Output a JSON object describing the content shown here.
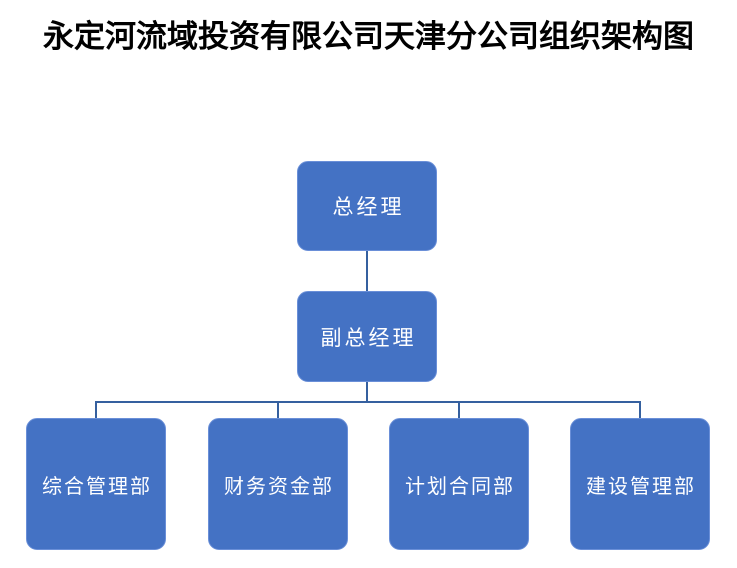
{
  "title": "永定河流域投资有限公司天津分公司组织架构图",
  "org_chart": {
    "type": "org-tree",
    "levels": 3,
    "nodes": {
      "general_manager": {
        "label": "总经理"
      },
      "deputy_general_manager": {
        "label": "副总经理"
      },
      "departments": [
        {
          "label": "综合管理部"
        },
        {
          "label": "财务资金部"
        },
        {
          "label": "计划合同部"
        },
        {
          "label": "建设管理部"
        }
      ]
    },
    "hierarchy": [
      {
        "parent": "总经理",
        "child": "副总经理"
      },
      {
        "parent": "副总经理",
        "child": "综合管理部"
      },
      {
        "parent": "副总经理",
        "child": "财务资金部"
      },
      {
        "parent": "副总经理",
        "child": "计划合同部"
      },
      {
        "parent": "副总经理",
        "child": "建设管理部"
      }
    ]
  },
  "colors": {
    "background": "#FFFFFF",
    "box_fill": "#4472C4",
    "box_border": "#6A8FD8",
    "box_text": "#FFFFFF",
    "connector": "#35609F",
    "title_text": "#000000"
  }
}
